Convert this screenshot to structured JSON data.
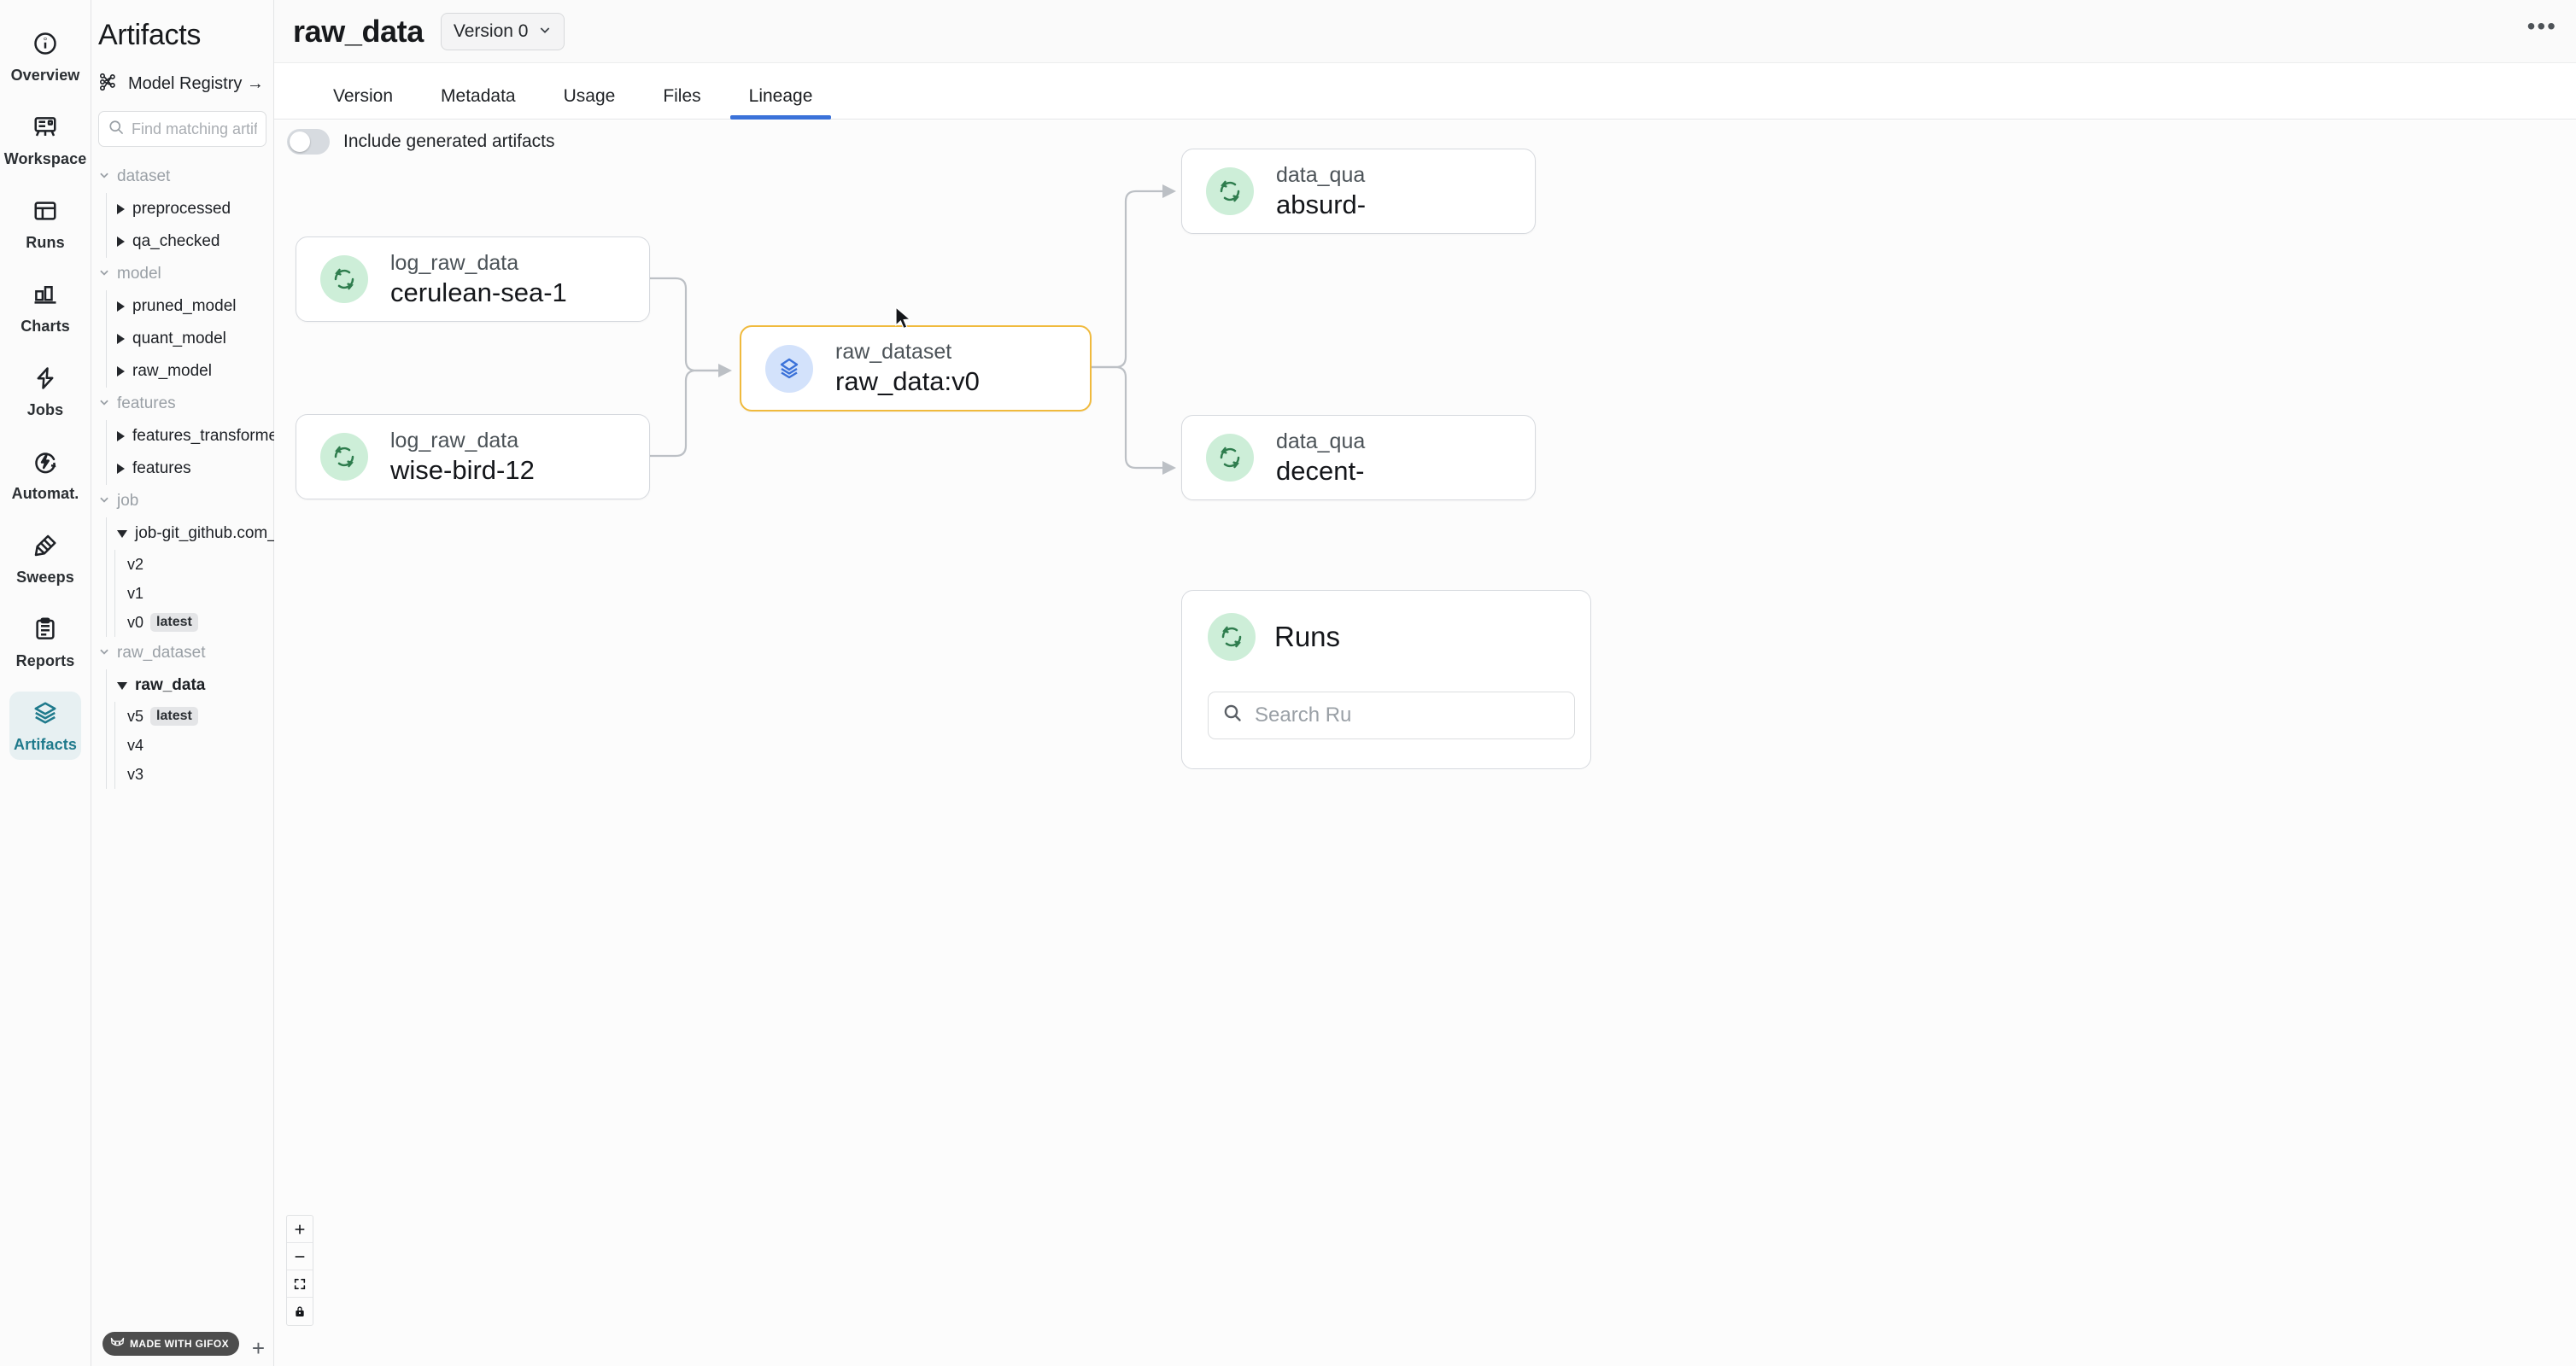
{
  "rail": {
    "items": [
      {
        "label": "Overview",
        "icon": "info-circle-icon",
        "active": false
      },
      {
        "label": "Workspace",
        "icon": "workspace-icon",
        "active": false
      },
      {
        "label": "Runs",
        "icon": "table-icon",
        "active": false
      },
      {
        "label": "Charts",
        "icon": "bar-chart-icon",
        "active": false
      },
      {
        "label": "Jobs",
        "icon": "bolt-icon",
        "active": false
      },
      {
        "label": "Automat.",
        "icon": "automation-icon",
        "active": false
      },
      {
        "label": "Sweeps",
        "icon": "broom-icon",
        "active": false
      },
      {
        "label": "Reports",
        "icon": "report-icon",
        "active": false
      },
      {
        "label": "Artifacts",
        "icon": "layers-icon",
        "active": true
      }
    ]
  },
  "panel": {
    "title": "Artifacts",
    "model_registry_label": "Model Registry →",
    "search_placeholder": "Find matching artifacts",
    "search_value": "",
    "groups": [
      {
        "label": "dataset",
        "children": [
          {
            "label": "preprocessed",
            "expanded": false
          },
          {
            "label": "qa_checked",
            "expanded": false
          }
        ]
      },
      {
        "label": "model",
        "children": [
          {
            "label": "pruned_model",
            "expanded": false
          },
          {
            "label": "quant_model",
            "expanded": false
          },
          {
            "label": "raw_model",
            "expanded": false
          }
        ]
      },
      {
        "label": "features",
        "children": [
          {
            "label": "features_transformed",
            "expanded": false
          },
          {
            "label": "features",
            "expanded": false
          }
        ]
      },
      {
        "label": "job",
        "children": [
          {
            "label": "job-git_github.com_wa…",
            "expanded": true,
            "versions": [
              {
                "label": "v2",
                "tag": ""
              },
              {
                "label": "v1",
                "tag": ""
              },
              {
                "label": "v0",
                "tag": "latest"
              }
            ]
          }
        ]
      },
      {
        "label": "raw_dataset",
        "children": [
          {
            "label": "raw_data",
            "expanded": true,
            "selected": true,
            "versions": [
              {
                "label": "v5",
                "tag": "latest"
              },
              {
                "label": "v4",
                "tag": ""
              },
              {
                "label": "v3",
                "tag": ""
              }
            ]
          }
        ]
      }
    ],
    "watermark": "MADE WITH GIFOX",
    "add_label": "+"
  },
  "header": {
    "artifact_name": "raw_data",
    "version_select": "Version 0",
    "overflow_menu": "•••"
  },
  "tabs": [
    {
      "label": "Version",
      "active": false
    },
    {
      "label": "Metadata",
      "active": false
    },
    {
      "label": "Usage",
      "active": false
    },
    {
      "label": "Files",
      "active": false
    },
    {
      "label": "Lineage",
      "active": true
    }
  ],
  "lineage": {
    "toggle_label": "Include generated artifacts",
    "toggle_on": false,
    "nodes": [
      {
        "id": "n1",
        "sub": "log_raw_data",
        "name": "cerulean-sea-1",
        "kind": "run",
        "icon": "run-refresh-icon",
        "selected": false
      },
      {
        "id": "n2",
        "sub": "log_raw_data",
        "name": "wise-bird-12",
        "kind": "run",
        "icon": "run-refresh-icon",
        "selected": false
      },
      {
        "id": "n3",
        "sub": "raw_dataset",
        "name": "raw_data:v0",
        "kind": "artifact",
        "icon": "layers-icon",
        "selected": true
      },
      {
        "id": "n4",
        "sub": "data_qua",
        "name": "absurd-",
        "kind": "run",
        "icon": "run-refresh-icon",
        "selected": false
      },
      {
        "id": "n5",
        "sub": "data_qua",
        "name": "decent-",
        "kind": "run",
        "icon": "run-refresh-icon",
        "selected": false
      }
    ],
    "runs_panel": {
      "title": "Runs",
      "icon": "run-refresh-icon",
      "search_placeholder": "Search Ru"
    },
    "zoom_controls": [
      {
        "name": "zoom-in",
        "glyph": "+"
      },
      {
        "name": "zoom-out",
        "glyph": "−"
      },
      {
        "name": "fit-view",
        "glyph": "⛶"
      },
      {
        "name": "lock",
        "glyph": "🔒"
      }
    ]
  },
  "colors": {
    "accent_tab": "#3b72d9",
    "selected_node_border": "#f0ba3d",
    "run_icon_bg": "#cdeed8",
    "run_icon_fg": "#2f7d4e",
    "artifact_icon_bg": "#d3e2fb",
    "artifact_icon_fg": "#3b72d9",
    "rail_active": "#1f7a8c"
  }
}
